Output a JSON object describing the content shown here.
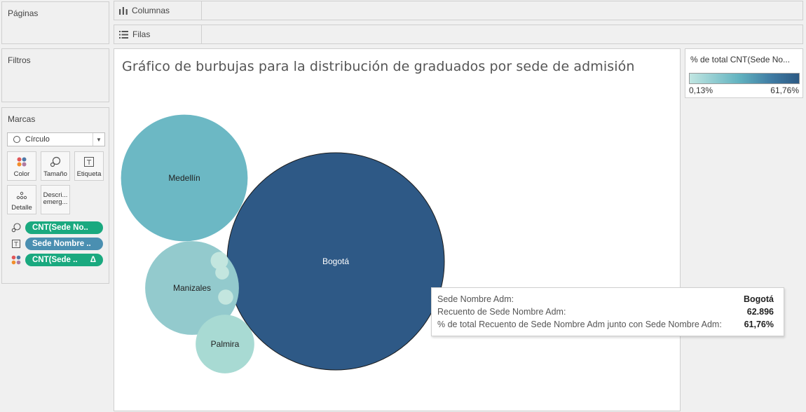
{
  "panels": {
    "paginas": "Páginas",
    "filtros": "Filtros",
    "marcas": "Marcas"
  },
  "shelves": {
    "columnas": "Columnas",
    "filas": "Filas"
  },
  "marks": {
    "type": "Círculo",
    "buttons": {
      "color": "Color",
      "size": "Tamaño",
      "label": "Etiqueta",
      "detail": "Detalle",
      "tooltip_line1": "Descri...",
      "tooltip_line2": "emerg..."
    },
    "pills": [
      {
        "icon": "size-icon",
        "label": "CNT(Sede No..",
        "color": "#1aa97f"
      },
      {
        "icon": "label-icon",
        "label": "Sede Nombre ..",
        "color": "#4a8fb1"
      },
      {
        "icon": "color-icon",
        "label": "CNT(Sede ..",
        "color": "#1aa97f",
        "suffix": "Δ"
      }
    ]
  },
  "viz": {
    "title": "Gráfico de burbujas para la distribución de graduados por sede de admisión"
  },
  "legend": {
    "title": "% de total CNT(Sede No...",
    "min": "0,13%",
    "max": "61,76%"
  },
  "tooltip": {
    "rows": [
      {
        "key": "Sede Nombre Adm:",
        "value": "Bogotá"
      },
      {
        "key": "Recuento de Sede Nombre Adm:",
        "value": "62.896"
      },
      {
        "key": "% de total Recuento de Sede Nombre Adm junto con Sede Nombre Adm:",
        "value": "61,76%"
      }
    ]
  },
  "chart_data": {
    "type": "bubble",
    "title": "Gráfico de burbujas para la distribución de graduados por sede de admisión",
    "bubbles": [
      {
        "label": "Bogotá",
        "percent": 61.76,
        "count": 62896,
        "color": "#2e5986",
        "text_color": "#ffffff"
      },
      {
        "label": "Medellín",
        "percent": 21.0,
        "color": "#6cb8c4",
        "text_color": "#222222"
      },
      {
        "label": "Manizales",
        "percent": 11.5,
        "color": "#93cacd",
        "text_color": "#222222"
      },
      {
        "label": "Palmira",
        "percent": 4.5,
        "color": "#a8dad3",
        "text_color": "#222222"
      },
      {
        "label": "",
        "percent": 0.4,
        "color": "#c3e6df"
      },
      {
        "label": "",
        "percent": 0.25,
        "color": "#c3e6df"
      },
      {
        "label": "",
        "percent": 0.3,
        "color": "#c3e6df"
      }
    ],
    "legend_range": [
      "0,13%",
      "61,76%"
    ]
  }
}
